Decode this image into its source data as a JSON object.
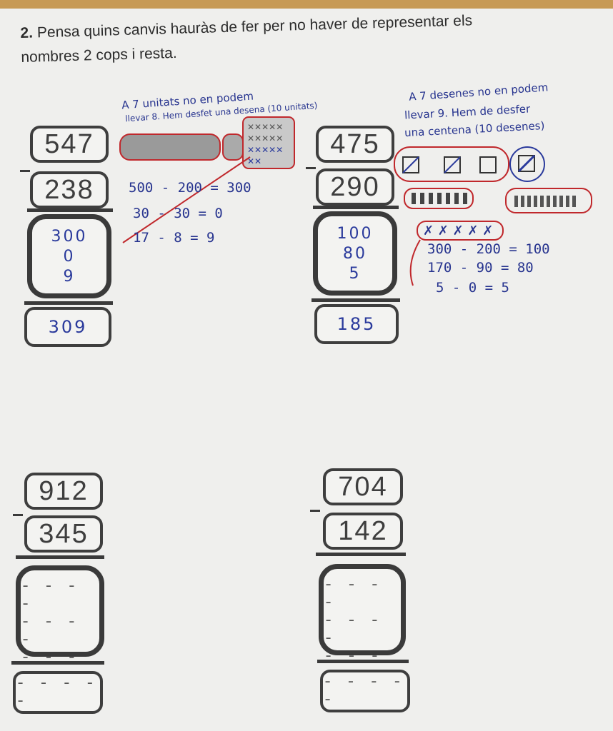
{
  "exercise": {
    "number": "2.",
    "line1": "Pensa quins canvis hauràs de fer per no haver de representar els",
    "line2": "nombres 2 cops i resta."
  },
  "problems": [
    {
      "minuend": "547",
      "subtrahend": "238",
      "partials": [
        "300",
        "0",
        "9"
      ],
      "result": "309",
      "note_top": "A 7 unitats no en podem",
      "note_top2": "llevar 8. Hem desfet una desena (10 unitats)",
      "equations": [
        "500 - 200 = 300",
        "30 - 30 = 0",
        "17 - 8 = 9"
      ]
    },
    {
      "minuend": "475",
      "subtrahend": "290",
      "partials": [
        "100",
        "80",
        "5"
      ],
      "result": "185",
      "note_top": "A 7 desenes no en podem",
      "note_top2": "llevar 9. Hem de desfer",
      "note_top3": "una centena (10 desenes)",
      "marks": "✗ ✗ ✗ ✗ ✗",
      "equations": [
        "300 - 200 = 100",
        "170 - 90 = 80",
        "5 - 0 = 5"
      ]
    },
    {
      "minuend": "912",
      "subtrahend": "345",
      "partials": [
        "- - - -",
        "- - - -",
        "- - - -"
      ],
      "result": "- - - - -"
    },
    {
      "minuend": "704",
      "subtrahend": "142",
      "partials": [
        "- - - -",
        "- - - -",
        "- - - -"
      ],
      "result": "- - - - -"
    }
  ]
}
